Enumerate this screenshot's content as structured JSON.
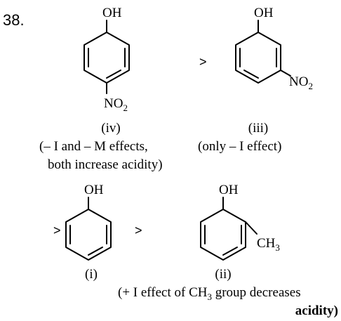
{
  "question_number": "38.",
  "order_symbol": ">",
  "compounds": {
    "iv": {
      "top_group": "OH",
      "bottom_group_main": "NO",
      "bottom_group_sub": "2",
      "label": "(iv)",
      "note_line1": "(– I and – M effects,",
      "note_line2": "both increase acidity)"
    },
    "iii": {
      "top_group": "OH",
      "side_group_main": "NO",
      "side_group_sub": "2",
      "label": "(iii)",
      "note_line1": "(only – I effect)"
    },
    "i": {
      "top_group": "OH",
      "label": "(i)"
    },
    "ii": {
      "top_group": "OH",
      "side_group_main": "CH",
      "side_group_sub": "3",
      "label": "(ii)",
      "note_line1_part1": "(+ I effect of CH",
      "note_line1_sub": "3",
      "note_line1_part2": " group decreases",
      "note_line2": "acidity)"
    }
  }
}
